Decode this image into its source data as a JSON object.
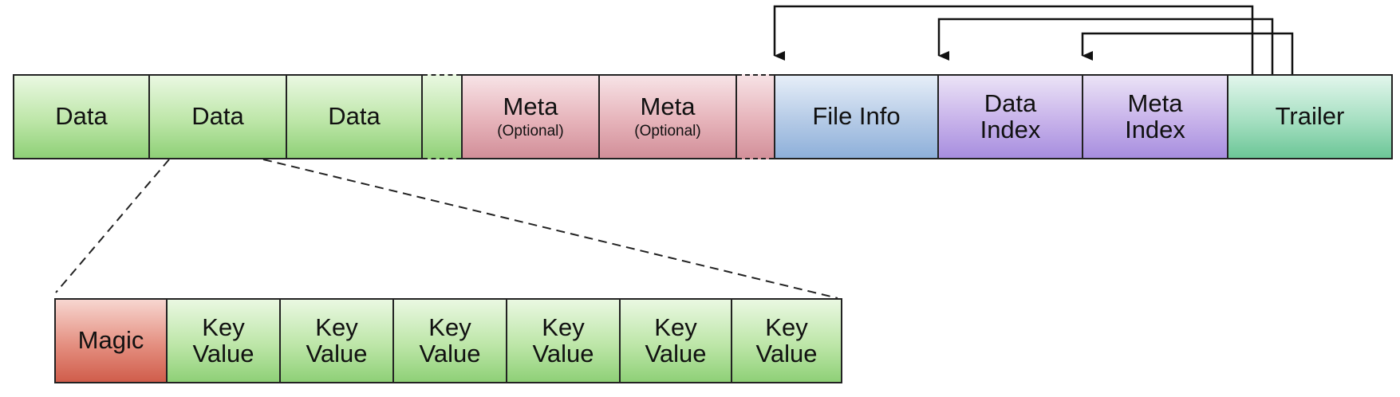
{
  "top_row": {
    "data_1": "Data",
    "data_2": "Data",
    "data_3": "Data",
    "meta_1": {
      "title": "Meta",
      "note": "(Optional)"
    },
    "meta_2": {
      "title": "Meta",
      "note": "(Optional)"
    },
    "file_info": "File Info",
    "data_index": {
      "line1": "Data",
      "line2": "Index"
    },
    "meta_index": {
      "line1": "Meta",
      "line2": "Index"
    },
    "trailer": "Trailer"
  },
  "bottom_row": {
    "magic": "Magic",
    "kv": [
      {
        "line1": "Key",
        "line2": "Value"
      },
      {
        "line1": "Key",
        "line2": "Value"
      },
      {
        "line1": "Key",
        "line2": "Value"
      },
      {
        "line1": "Key",
        "line2": "Value"
      },
      {
        "line1": "Key",
        "line2": "Value"
      },
      {
        "line1": "Key",
        "line2": "Value"
      }
    ]
  },
  "colors": {
    "data": "#a9dc93",
    "meta": "#e0a6ae",
    "file_info": "#a6c0e2",
    "index": "#b9a2e6",
    "trailer": "#8ed6b1",
    "magic": "#de7a69"
  }
}
